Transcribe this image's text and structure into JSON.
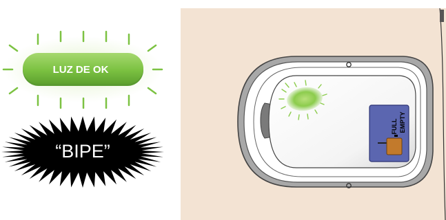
{
  "ok_light": {
    "label": "LUZ DE OK",
    "color": "#7cc242"
  },
  "beep": {
    "label": "“BIPE”",
    "burst_color": "#000000",
    "text_color": "#ffffff"
  },
  "device": {
    "panel_color": "#f3e3d3",
    "indicator_glow_color": "#7cc242",
    "switch": {
      "full_label": "FULL",
      "empty_label": "EMPTY",
      "switch_plate_color": "#5b66b0",
      "knob_color": "#c27a2c",
      "position": "full"
    }
  }
}
